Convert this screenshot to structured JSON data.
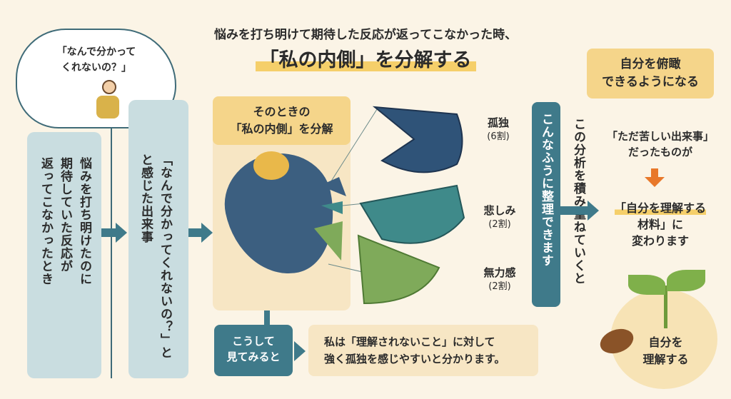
{
  "title": {
    "line1": "悩みを打ち明けて期待した反応が返ってこなかった時、",
    "line2": "「私の内側」を分解する"
  },
  "thought": {
    "line1": "「なんで分かって",
    "line2": "くれないの？」"
  },
  "steps": {
    "step1": [
      "悩みを打ち明けたのに",
      "期待していた反応が",
      "返ってこなかったとき"
    ],
    "step2": [
      "「なんで分かってくれないの？」と",
      "と感じた出来事"
    ]
  },
  "panel": {
    "header1": "そのときの",
    "header2": "「私の内側」を分解"
  },
  "chart_data": {
    "type": "pie",
    "title": "そのときの「私の内側」を分解",
    "categories": [
      "孤独",
      "悲しみ",
      "無力感"
    ],
    "values": [
      6,
      2,
      2
    ],
    "value_labels": [
      "(6割)",
      "(2割)",
      "(2割)"
    ],
    "colors": [
      "#2f5378",
      "#3f8a8a",
      "#7faa5a"
    ]
  },
  "insight": {
    "label1": "こうして",
    "label2": "見てみると",
    "text1": "私は「理解されないこと」に対して",
    "text2": "強く孤独を感じやすいと分かります。"
  },
  "right": {
    "bar": "こんなふうに整理できます",
    "vertical": "この分析を積み重ねていくと",
    "top1": "自分を俯瞰",
    "top2": "できるようになる",
    "from1": "「ただ苦しい出来事」",
    "from2": "だったものが",
    "to1": "「自分を理解する",
    "to2": "材料」に",
    "to3": "変わります",
    "circle1": "自分を",
    "circle2": "理解する"
  }
}
